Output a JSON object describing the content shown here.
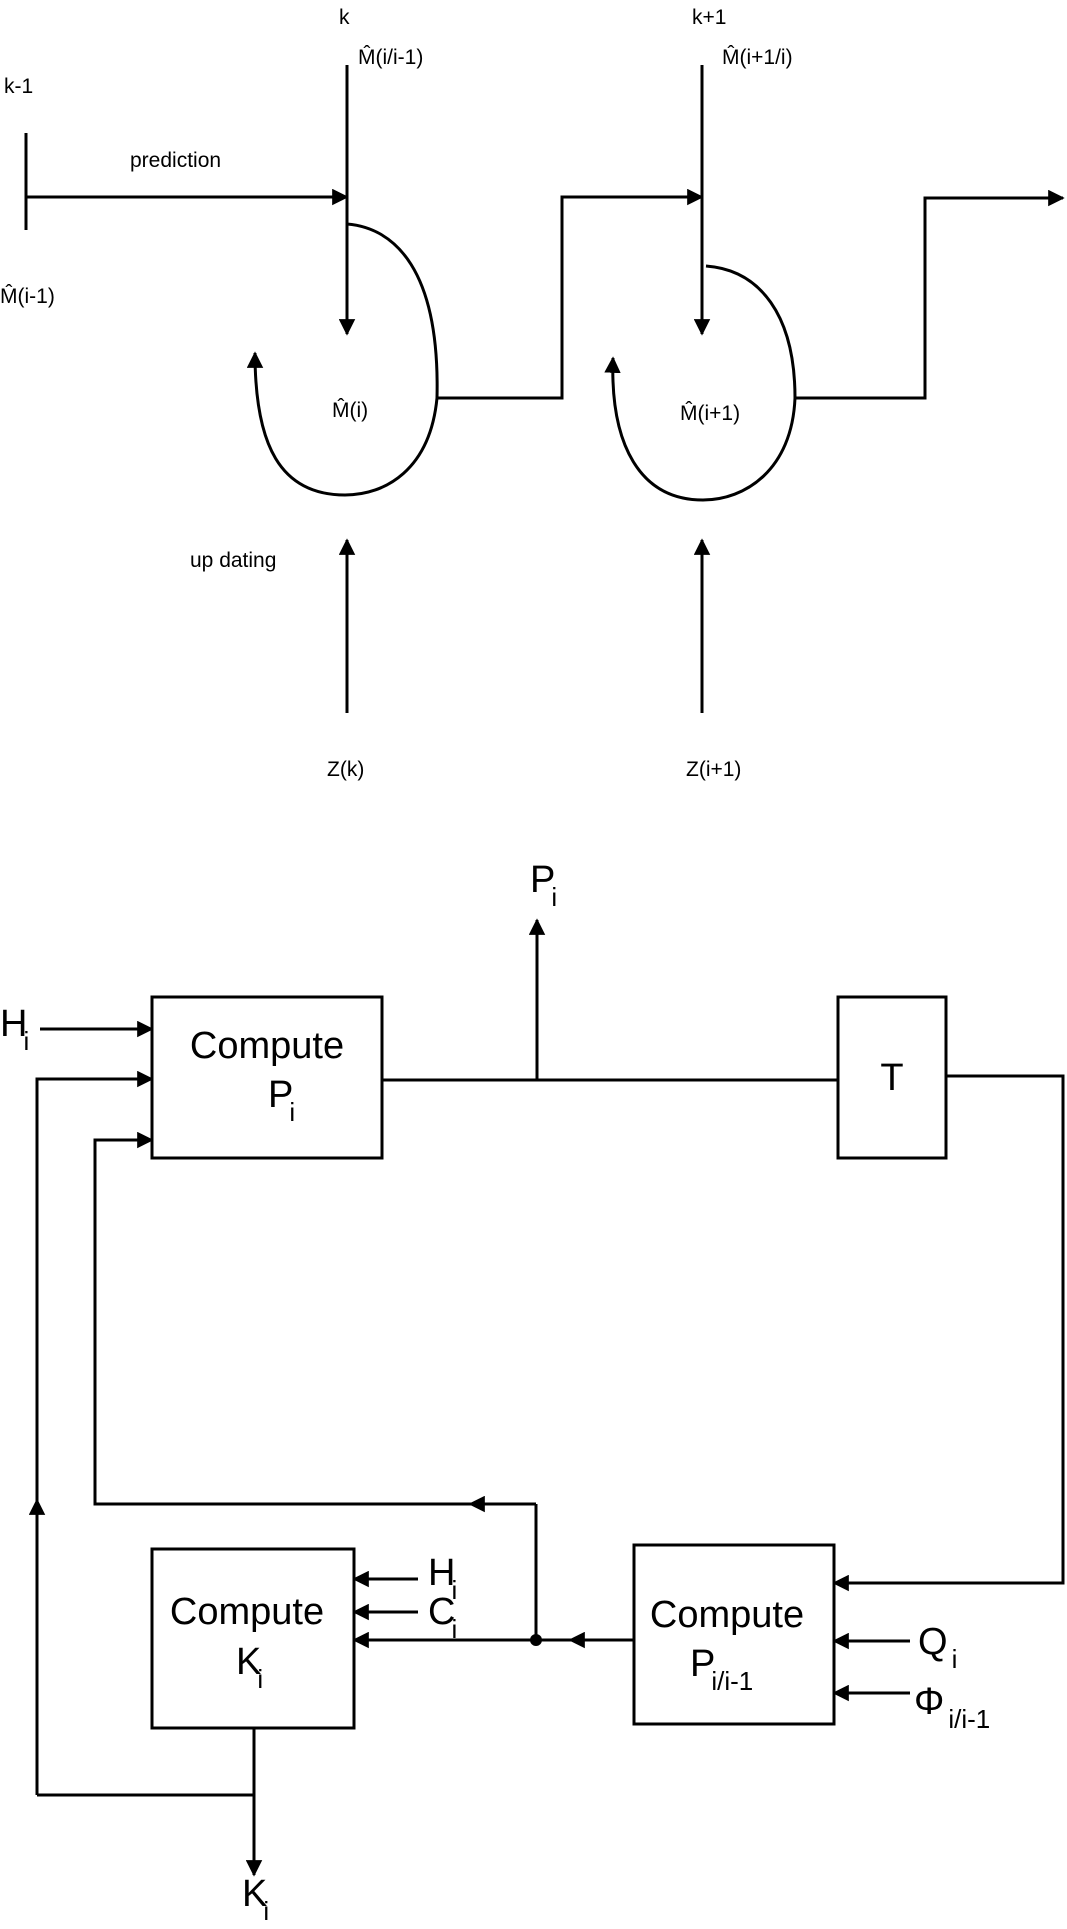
{
  "top": {
    "step_prev": "k-1",
    "step_cur": "k",
    "step_next": "k+1",
    "label_prediction": "prediction",
    "label_updating": "up dating",
    "est_prev": "M̂(i-1)",
    "pred_cur": "M̂(i/i-1)",
    "est_cur": "M̂(i)",
    "pred_next": "M̂(i+1/i)",
    "est_next": "M̂(i+1)",
    "meas_cur": "Z(k)",
    "meas_next": "Z(i+1)"
  },
  "bottom": {
    "compute_word": "Compute",
    "box_p": {
      "main": "P",
      "sub": "i"
    },
    "box_k": {
      "main": "K",
      "sub": "i"
    },
    "box_ppred": {
      "main": "P",
      "sub": "i/i-1"
    },
    "box_t": "T",
    "out_p": {
      "main": "P",
      "sub": "i"
    },
    "out_k": {
      "main": "K",
      "sub": "i"
    },
    "in_h_p": {
      "main": "H",
      "sub": "i"
    },
    "in_h_k": {
      "main": "H",
      "sub": "i"
    },
    "in_c_k": {
      "main": "C",
      "sub": "i"
    },
    "in_q": {
      "main": "Q",
      "sub": "i"
    },
    "in_phi": {
      "main": "Φ",
      "sub": "i/i-1"
    }
  }
}
